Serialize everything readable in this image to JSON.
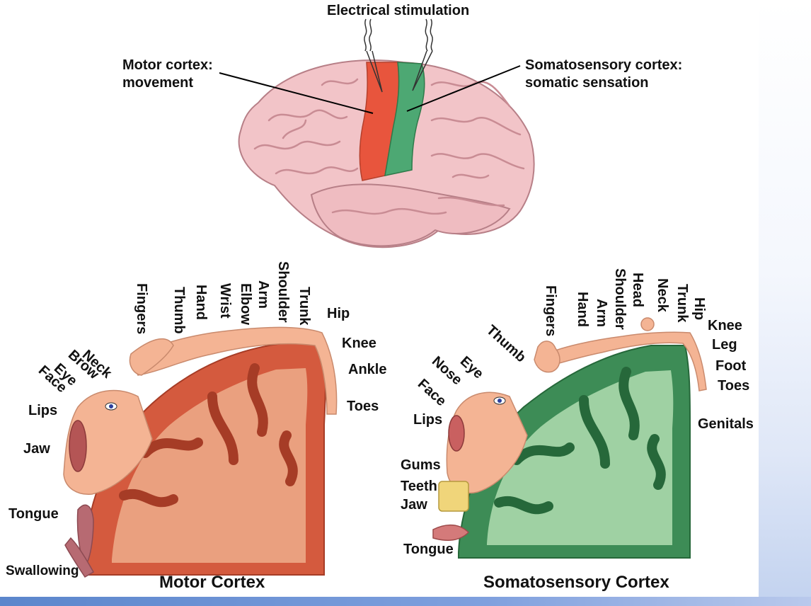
{
  "brain": {
    "stimulation_label": "Electrical stimulation",
    "motor_label": [
      "Motor cortex:",
      "movement"
    ],
    "somato_label": [
      "Somatosensory cortex:",
      "somatic sensation"
    ],
    "colors": {
      "brain": "#f2c4c8",
      "motor": "#e8553d",
      "somato": "#4da873"
    }
  },
  "motor": {
    "title": "Motor Cortex",
    "colors": {
      "outer": "#d45a3e",
      "inner": "#eaa07f",
      "skin": "#f4b494"
    },
    "labels": {
      "toes": "Toes",
      "ankle": "Ankle",
      "knee": "Knee",
      "hip": "Hip",
      "trunk": "Trunk",
      "shoulder": "Shoulder",
      "arm": "Arm",
      "elbow": "Elbow",
      "wrist": "Wrist",
      "hand": "Hand",
      "thumb": "Thumb",
      "fingers": "Fingers",
      "neck": "Neck",
      "brow": "Brow",
      "eye": "Eye",
      "face": "Face",
      "lips": "Lips",
      "jaw": "Jaw",
      "tongue": "Tongue",
      "swallowing": "Swallowing"
    }
  },
  "somato": {
    "title": "Somatosensory Cortex",
    "colors": {
      "outer": "#3d8c56",
      "inner": "#9fd1a3",
      "skin": "#f4b494"
    },
    "labels": {
      "genitals": "Genitals",
      "toes": "Toes",
      "foot": "Foot",
      "leg": "Leg",
      "knee": "Knee",
      "hip": "Hip",
      "trunk": "Trunk",
      "neck": "Neck",
      "head": "Head",
      "shoulder": "Shoulder",
      "arm": "Arm",
      "hand": "Hand",
      "fingers": "Fingers",
      "thumb": "Thumb",
      "eye": "Eye",
      "nose": "Nose",
      "face": "Face",
      "lips": "Lips",
      "gums": "Gums",
      "teeth": "Teeth",
      "jaw": "Jaw",
      "tongue": "Tongue"
    }
  }
}
